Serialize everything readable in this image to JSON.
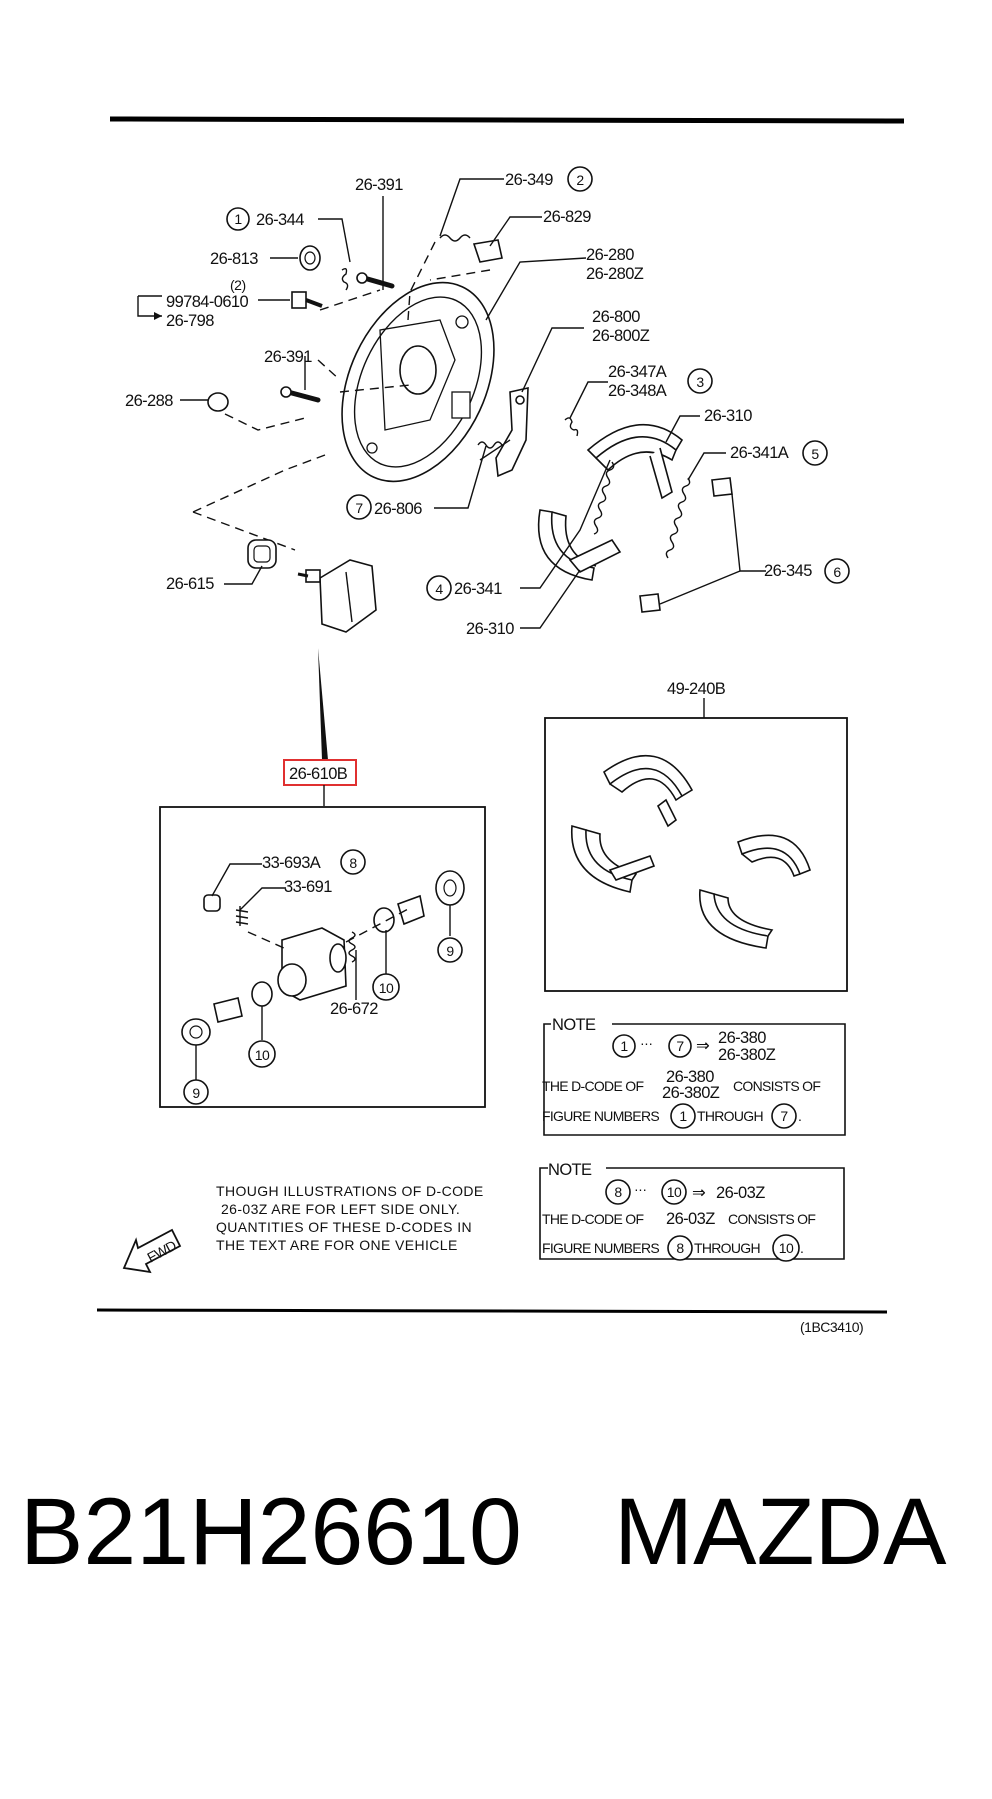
{
  "labels": {
    "l_26_391_top": "26-391",
    "l_26_349": "26-349",
    "l_26_344": "26-344",
    "l_26_829": "26-829",
    "l_26_813": "26-813",
    "l_26_280": "26-280",
    "l_26_280Z": "26-280Z",
    "l_qty2": "(2)",
    "l_99784": "99784-0610",
    "l_26_798": "26-798",
    "l_26_800": "26-800",
    "l_26_800Z": "26-800Z",
    "l_26_391_mid": "26-391",
    "l_26_347A": "26-347A",
    "l_26_348A": "26-348A",
    "l_26_288": "26-288",
    "l_26_310_top": "26-310",
    "l_26_341A": "26-341A",
    "l_26_806": "26-806",
    "l_26_345": "26-345",
    "l_26_615": "26-615",
    "l_26_341": "26-341",
    "l_26_310_bot": "26-310",
    "l_49_240B": "49-240B",
    "l_26_610B": "26-610B",
    "l_33_693A": "33-693A",
    "l_33_691": "33-691",
    "l_26_672": "26-672",
    "code_ref": "(1BC3410)"
  },
  "circled_numbers": {
    "c1": "1",
    "c2": "2",
    "c3": "3",
    "c4": "4",
    "c5": "5",
    "c6": "6",
    "c7": "7",
    "c8": "8",
    "c9a": "9",
    "c9b": "9",
    "c10a": "10",
    "c10b": "10"
  },
  "note1": {
    "title": "NOTE",
    "range_from": "1",
    "range_to": "7",
    "arrow": "⇒",
    "codes_a": "26-380",
    "codes_b": "26-380Z",
    "line2_pre": "THE D-CODE OF",
    "line2_code_a": "26-380",
    "line2_code_b": "26-380Z",
    "line2_post": "CONSISTS OF",
    "line3_pre": "FIGURE NUMBERS",
    "line3_from": "1",
    "line3_mid": "THROUGH",
    "line3_to": "7",
    "line3_end": "."
  },
  "note2": {
    "title": "NOTE",
    "range_from": "8",
    "range_to": "10",
    "arrow": "⇒",
    "code": "26-03Z",
    "line2_pre": "THE D-CODE OF",
    "line2_code": "26-03Z",
    "line2_post": "CONSISTS OF",
    "line3_pre": "FIGURE NUMBERS",
    "line3_from": "8",
    "line3_mid": "THROUGH",
    "line3_to": "10",
    "line3_end": "."
  },
  "caption": {
    "line1": "THOUGH  ILLUSTRATIONS  OF  D-CODE",
    "line2": "26-03Z  ARE FOR LEFT SIDE ONLY.",
    "line3": "QUANTITIES  OF  THESE  D-CODES  IN",
    "line4": "THE  TEXT  ARE  FOR  ONE  VEHICLE"
  },
  "fwd_label": "FWD",
  "footer": {
    "part_number": "B21H26610",
    "brand": "MAZDA"
  },
  "colors": {
    "ink": "#111111",
    "highlight_box": "#e03030"
  }
}
